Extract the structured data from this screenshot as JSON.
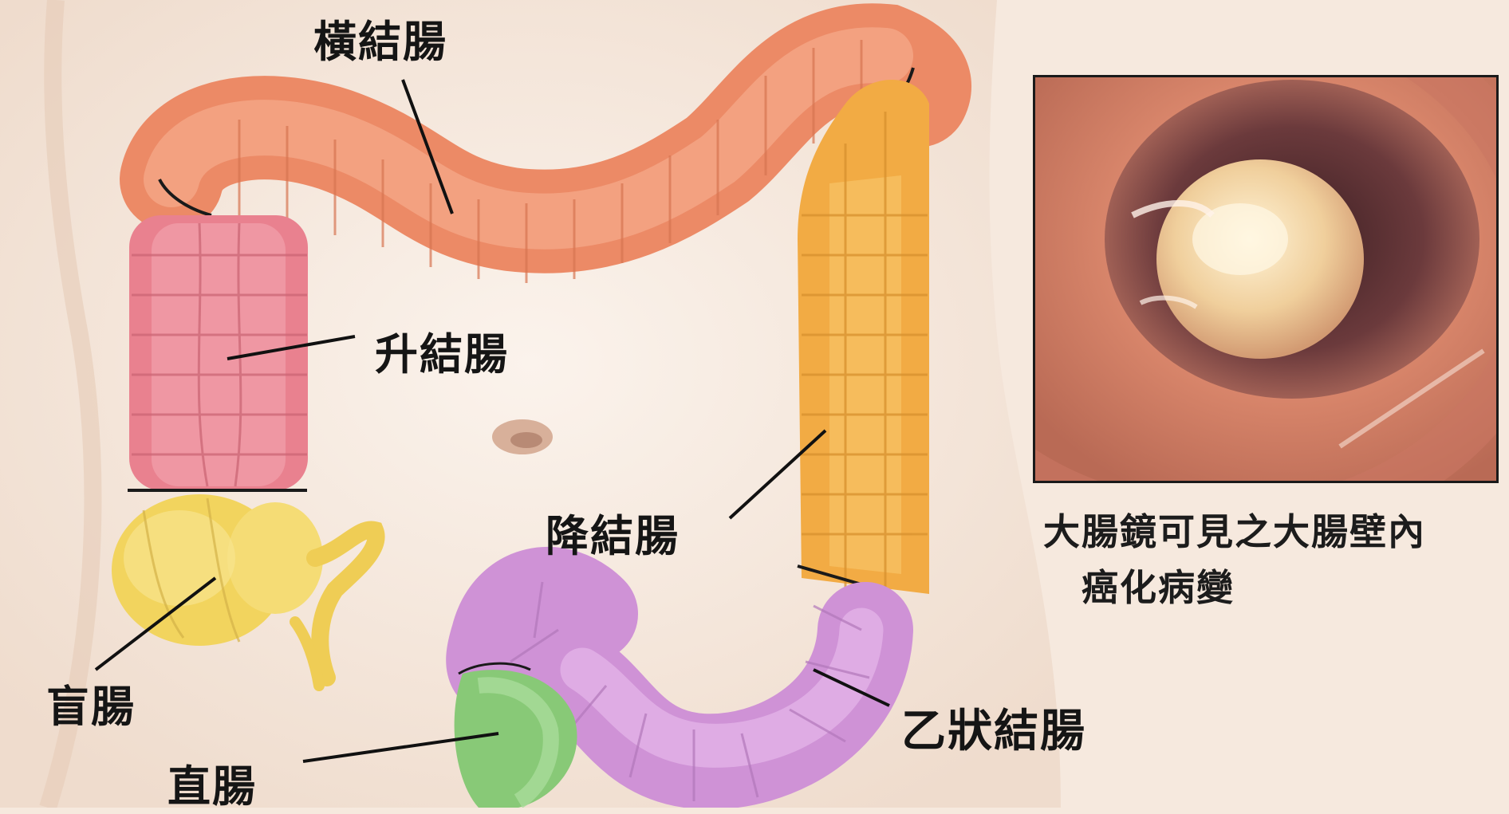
{
  "labels": {
    "transverse_colon": "橫結腸",
    "ascending_colon": "升結腸",
    "descending_colon": "降結腸",
    "cecum": "盲腸",
    "rectum": "直腸",
    "sigmoid_colon": "乙狀結腸"
  },
  "inset_caption": {
    "line1": "大腸鏡可見之大腸壁內",
    "line2": "癌化病變"
  },
  "colors": {
    "background": "#f6e9de",
    "transverse": "#f39a76",
    "ascending": "#ec8d98",
    "descending": "#f4b24e",
    "cecum": "#f4d767",
    "sigmoid": "#d6a3dc",
    "rectum": "#8fd07f"
  }
}
